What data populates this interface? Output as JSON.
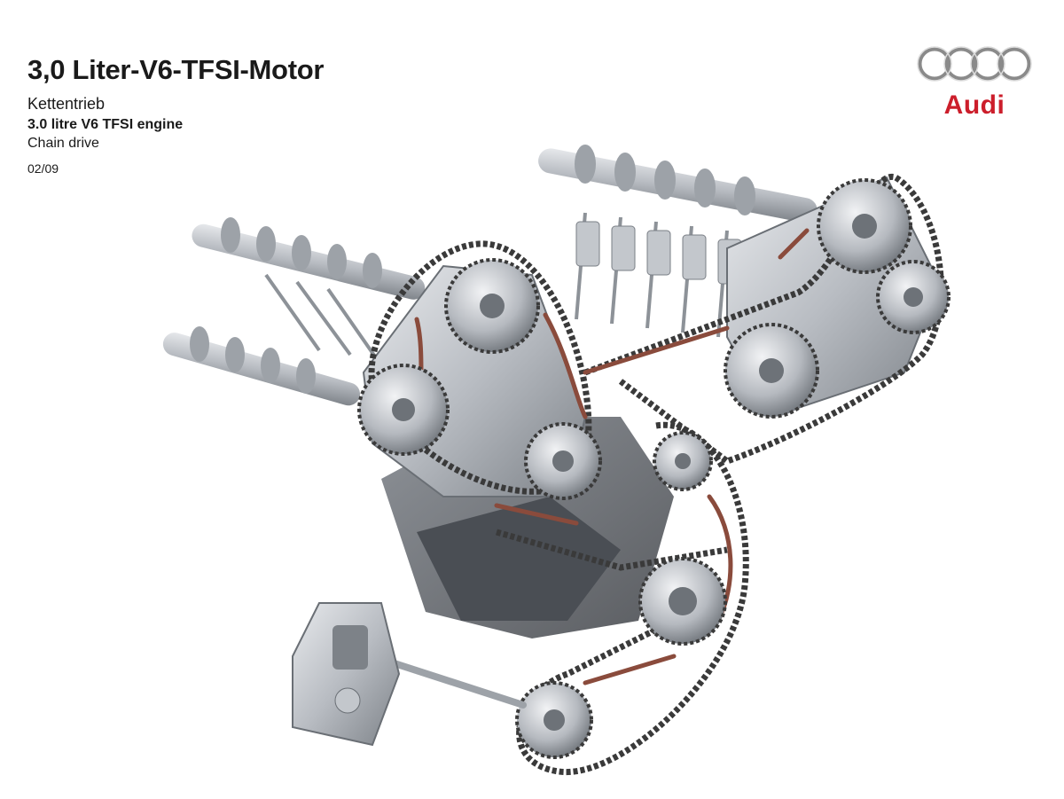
{
  "header": {
    "title": "3,0 Liter-V6-TFSI-Motor",
    "subtitle_de": "Kettentrieb",
    "title_en": "3.0 litre V6 TFSI engine",
    "subtitle_en": "Chain drive",
    "code": "02/09"
  },
  "brand": {
    "wordmark": "Audi",
    "logo_icon": "four-rings-icon",
    "ring_color": "#8a8a8a",
    "wordmark_color": "#cc1e2b"
  },
  "illustration": {
    "icon": "v6-engine-chain-drive-cutaway",
    "chain_color": "#3a3a3a",
    "guide_color": "#8a4b3c",
    "metal_color": "#b8bcc2"
  }
}
